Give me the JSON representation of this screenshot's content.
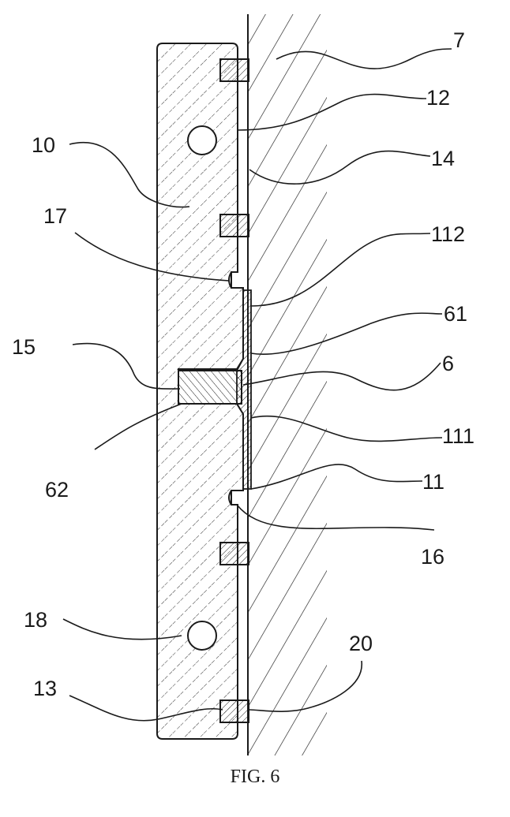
{
  "figure": {
    "caption": "FIG. 6",
    "labels": {
      "r7": "7",
      "r12": "12",
      "r14": "14",
      "r10": "10",
      "r17": "17",
      "r112": "112",
      "r61": "61",
      "r15": "15",
      "r6": "6",
      "r111": "111",
      "r62": "62",
      "r11": "11",
      "r16": "16",
      "r18": "18",
      "r20": "20",
      "r13": "13"
    }
  },
  "colors": {
    "ink": "#1a1a1a",
    "background": "#ffffff"
  }
}
